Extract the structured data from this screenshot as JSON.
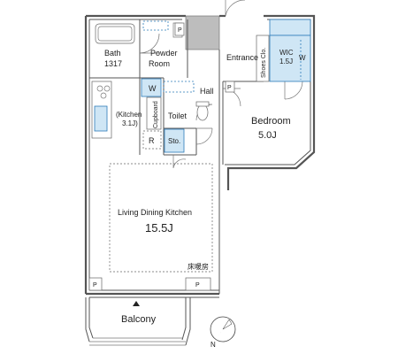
{
  "rooms": {
    "bath": {
      "name": "Bath",
      "size": "1317"
    },
    "powder_room": {
      "line1": "Powder",
      "line2": "Room"
    },
    "hall": "Hall",
    "entrance": "Entrance",
    "shoes_closet": "Shoes Clo.",
    "wic": {
      "name": "WIC",
      "size": "1.5J"
    },
    "wic_mark": "W",
    "washer_mark": "W",
    "bedroom": {
      "name": "Bedroom",
      "size": "5.0J"
    },
    "toilet": "Toilet",
    "cupboard": "Cupboard",
    "kitchen": {
      "line1": "(Kitchen",
      "line2": "3.1J)"
    },
    "refrigerator_mark": "R",
    "storage": "Sto.",
    "ldk": {
      "name": "Living Dining Kitchen",
      "size": "15.5J"
    },
    "floor_heating": "床暖房",
    "balcony": "Balcony",
    "pipe_space_mark": "P"
  },
  "compass": {
    "label": "N"
  },
  "colors": {
    "fixture_blue": "#cfe6f5",
    "fixture_stroke": "#2b7bb9",
    "wall": "#555555",
    "column_gray": "#bdbdbd"
  }
}
